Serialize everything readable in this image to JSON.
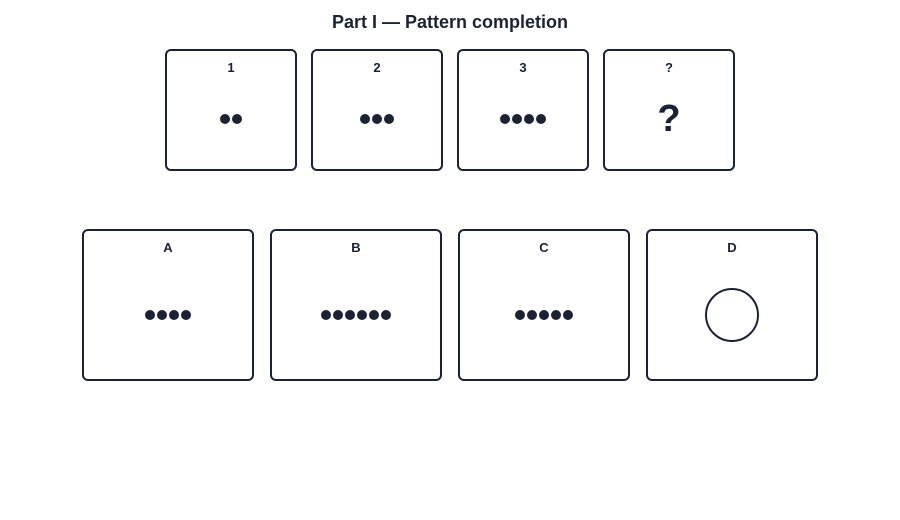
{
  "title": "Part I — Pattern completion",
  "colors": {
    "ink": "#1b2233",
    "background": "#ffffff"
  },
  "sequence": [
    {
      "label": "1",
      "dots": 2
    },
    {
      "label": "2",
      "dots": 3
    },
    {
      "label": "3",
      "dots": 4
    },
    {
      "label": "?",
      "mark": "?"
    }
  ],
  "options": [
    {
      "label": "A",
      "dots": 4
    },
    {
      "label": "B",
      "dots": 6
    },
    {
      "label": "C",
      "dots": 5
    },
    {
      "label": "D",
      "shape": "circle"
    }
  ]
}
